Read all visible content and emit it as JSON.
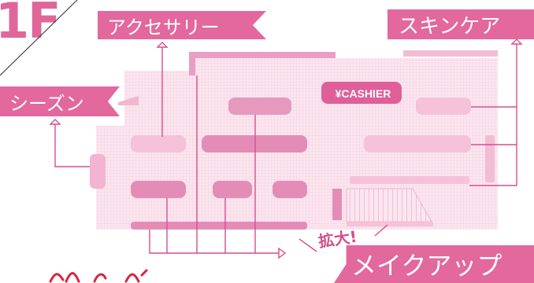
{
  "floor": {
    "label": "1F"
  },
  "sections": {
    "accessory": "アクセサリー",
    "skincare": "スキンケア",
    "season": "シーズン",
    "makeup": "メイクアップ"
  },
  "callout": {
    "enlarged": "拡大!"
  },
  "map": {
    "cashier": "¥CASHIER"
  },
  "colors": {
    "banner": "#e2689d",
    "floor_grid": "#f7d6e5",
    "shelf_light": "#f4bcd5",
    "shelf_mid": "#e99ac0",
    "shelf_dark": "#de7fae",
    "leader_line": "#d94d8d",
    "cashier_bg": "#e05f98"
  }
}
